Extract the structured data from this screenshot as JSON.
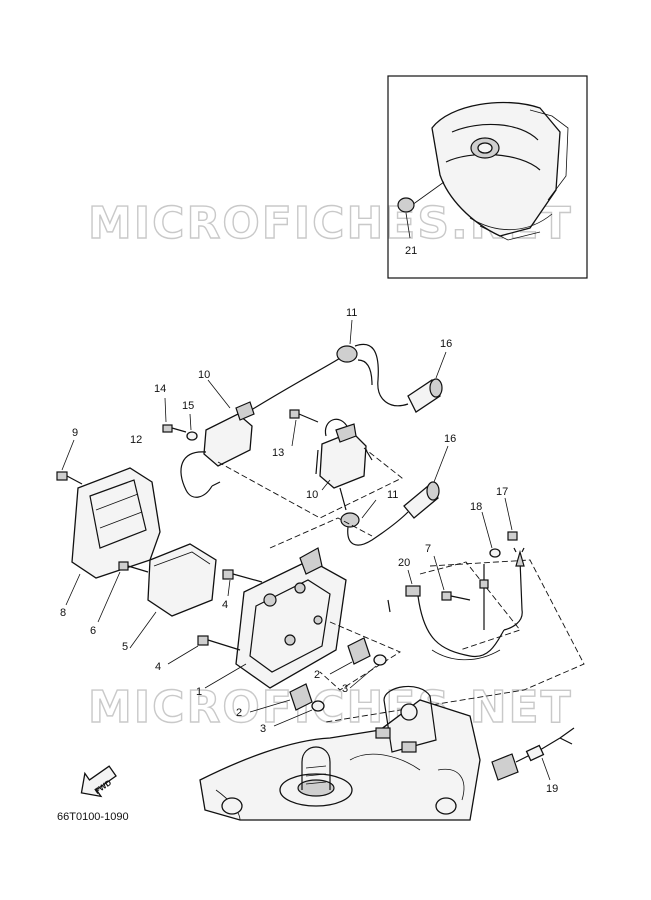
{
  "watermark": "MICROFICHES.NET",
  "diagram_code": "66T0100-1090",
  "fwd_label": "FWD",
  "callouts": {
    "c1": "1",
    "c2a": "2",
    "c2b": "2",
    "c3a": "3",
    "c3b": "3",
    "c4a": "4",
    "c4b": "4",
    "c5": "5",
    "c6": "6",
    "c7": "7",
    "c8": "8",
    "c9": "9",
    "c10a": "10",
    "c10b": "10",
    "c11a": "11",
    "c11b": "11",
    "c12": "12",
    "c13": "13",
    "c14": "14",
    "c15": "15",
    "c16a": "16",
    "c16b": "16",
    "c17": "17",
    "c18": "18",
    "c19": "19",
    "c20": "20",
    "c21": "21"
  }
}
